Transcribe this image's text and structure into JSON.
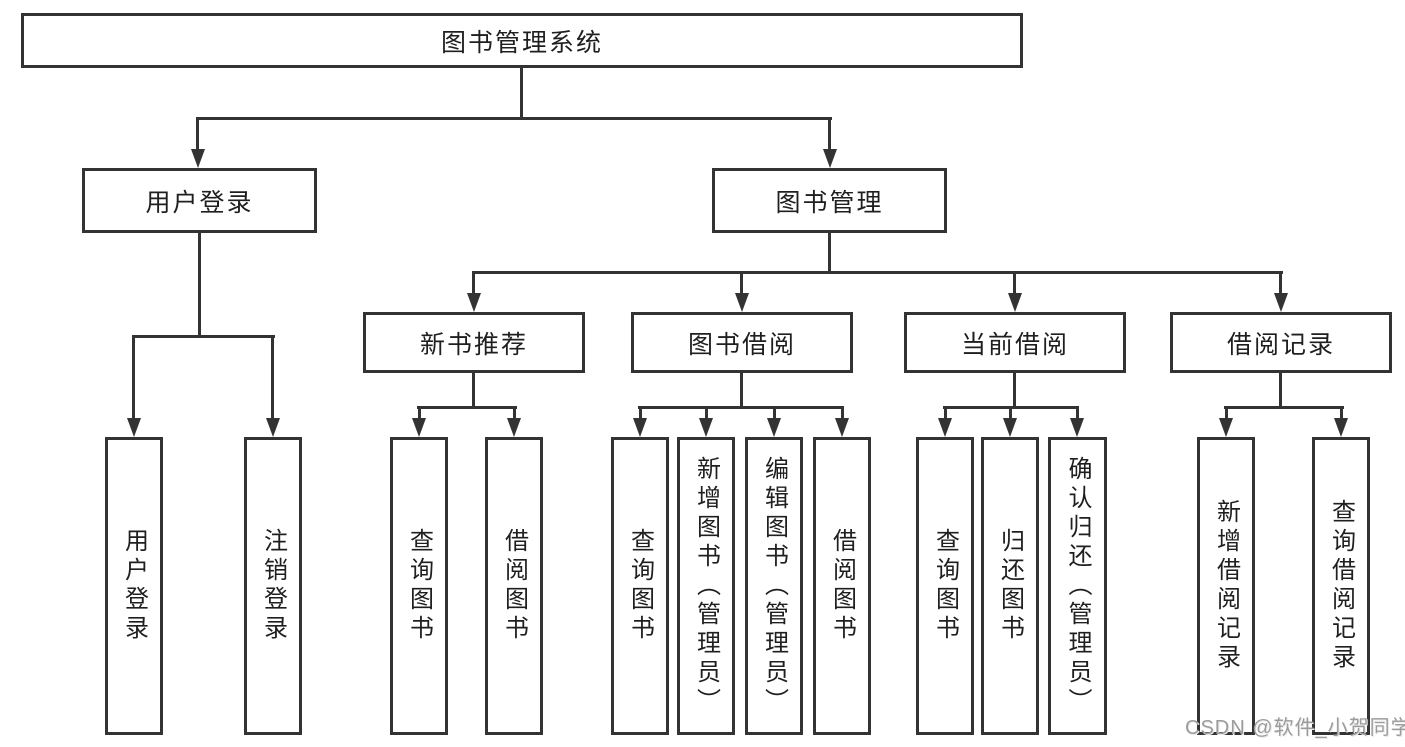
{
  "root": {
    "label": "图书管理系统"
  },
  "user_login": {
    "label": "用户登录",
    "children": [
      {
        "label": "用户登录"
      },
      {
        "label": "注销登录"
      }
    ]
  },
  "book_management": {
    "label": "图书管理",
    "sections": [
      {
        "label": "新书推荐",
        "children": [
          {
            "label": "查询图书"
          },
          {
            "label": "借阅图书"
          }
        ]
      },
      {
        "label": "图书借阅",
        "children": [
          {
            "label": "查询图书"
          },
          {
            "label": "新增图书（管理员）"
          },
          {
            "label": "编辑图书（管理员）"
          },
          {
            "label": "借阅图书"
          }
        ]
      },
      {
        "label": "当前借阅",
        "children": [
          {
            "label": "查询图书"
          },
          {
            "label": "归还图书"
          },
          {
            "label": "确认归还（管理员）"
          }
        ]
      },
      {
        "label": "借阅记录",
        "children": [
          {
            "label": "新增借阅记录"
          },
          {
            "label": "查询借阅记录"
          }
        ]
      }
    ]
  },
  "watermark": {
    "text": "CSDN @软件_小贺同学"
  },
  "colors": {
    "line": "#333333",
    "background": "#ffffff",
    "watermark": "#9c9c9c"
  }
}
